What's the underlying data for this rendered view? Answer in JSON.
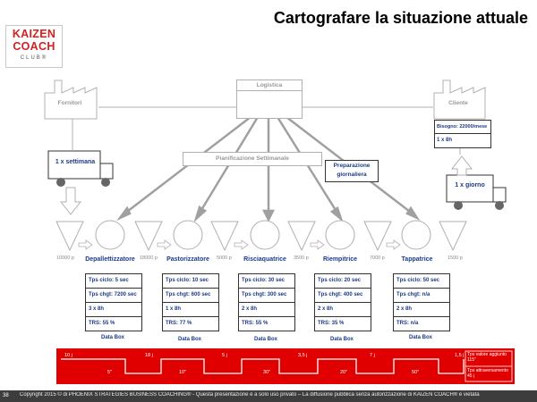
{
  "header": {
    "title": "Cartografare la situazione attuale"
  },
  "logo": {
    "line1": "KAIZEN",
    "line2": "COACH",
    "line3": "CLUB®"
  },
  "supplier": {
    "label": "Fornitori",
    "frequency": "1 x settimana"
  },
  "customer": {
    "label": "Cliente",
    "demand": "Bisogno: 22000/mese",
    "shift": "1 x 8h",
    "frequency": "1 x giorno"
  },
  "logistics": {
    "label": "Logistica"
  },
  "planning": {
    "label": "Pianificazione Settimanale"
  },
  "preparation": {
    "label": "Preparazione giornaliera"
  },
  "inventories": [
    "10000 p",
    "18000 p",
    "5000 p",
    "3500 p",
    "7000 p",
    "1500 p"
  ],
  "processes": [
    {
      "name": "Depallettizzatore",
      "cycle": "Tps ciclo: 5 sec",
      "changeover": "Tps chgt: 7200 sec",
      "shifts": "3 x 8h",
      "trs": "TRS: 55 %",
      "databox": "Data Box"
    },
    {
      "name": "Pastorizzatore",
      "cycle": "Tps ciclo: 10 sec",
      "changeover": "Tps chgt: 600 sec",
      "shifts": "1 x 8h",
      "trs": "TRS: 77 %",
      "databox": "Data Box"
    },
    {
      "name": "Risciaquatrice",
      "cycle": "Tps ciclo: 30 sec",
      "changeover": "Tps chgt: 300 sec",
      "shifts": "2 x 8h",
      "trs": "TRS: 55 %",
      "databox": "Data Box"
    },
    {
      "name": "Riempitrice",
      "cycle": "Tps ciclo: 20 sec",
      "changeover": "Tps chgt: 400 sec",
      "shifts": "2 x 8h",
      "trs": "TRS: 35 %",
      "databox": "Data Box"
    },
    {
      "name": "Tappatrice",
      "cycle": "Tps ciclo: 50 sec",
      "changeover": "Tps chgt: n/a",
      "shifts": "2 x 8h",
      "trs": "TRS: n/a",
      "databox": "Data Box"
    }
  ],
  "timeline": {
    "top": [
      "10 j",
      "18 j",
      "5 j",
      "3,5 j",
      "7 j",
      "1,5 j"
    ],
    "bottom": [
      "5\"",
      "10\"",
      "30\"",
      "20\"",
      "50\""
    ],
    "summary": [
      "Tps valore aggiunto 115\"",
      "Tps attraversamento 45 j"
    ]
  },
  "footer": {
    "page": "38",
    "copyright": "Copyright 2015 © di PHOENIX STRATEGIES BUSINESS COACHING® - Questa presentazione è a solo uso privato – La diffusione pubblica senza autorizzazione di KAIZEN COACH® è vietata"
  },
  "colors": {
    "accent": "#d42020",
    "label": "#1a3a8a",
    "timeline": "#e00000",
    "gray": "#a0a0a0"
  }
}
